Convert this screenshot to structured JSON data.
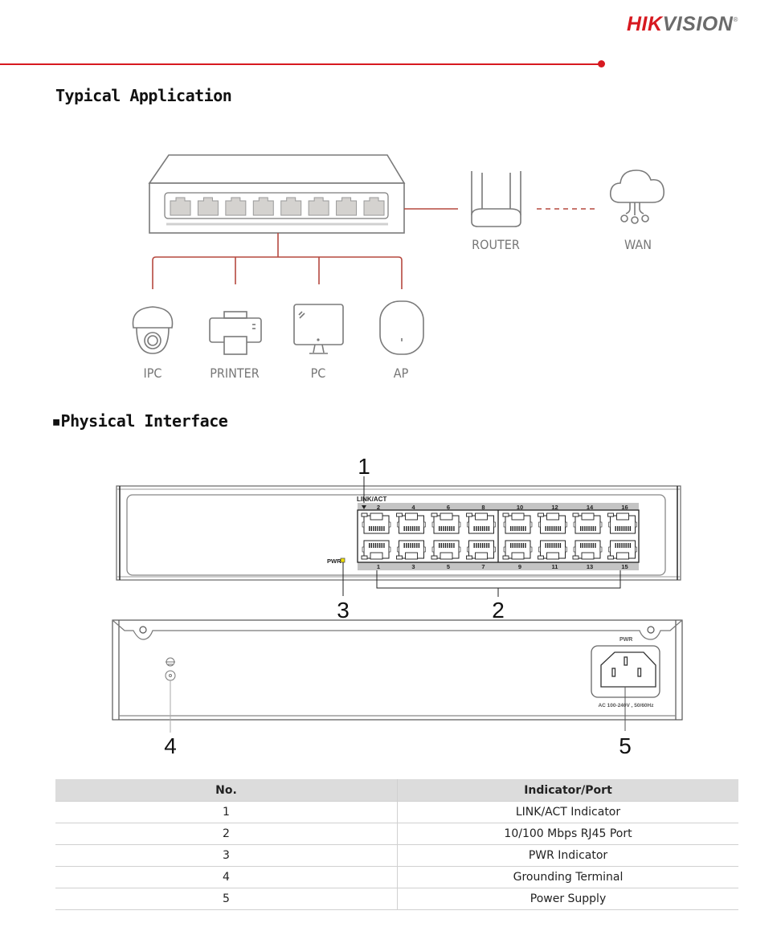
{
  "header": {
    "brand_part1": "HIK",
    "brand_part2": "VISION",
    "brand_mark": "®",
    "accent_color": "#d71920"
  },
  "sections": {
    "typical_application": {
      "title": "Typical Application"
    },
    "physical_interface": {
      "bullet": "▪",
      "title": "Physical Interface"
    }
  },
  "application_diagram": {
    "switch_ports": 8,
    "upstream": [
      {
        "label": "ROUTER",
        "icon": "router-icon"
      },
      {
        "label": "WAN",
        "icon": "cloud-icon"
      }
    ],
    "devices": [
      {
        "label": "IPC",
        "icon": "dome-camera-icon"
      },
      {
        "label": "PRINTER",
        "icon": "printer-icon"
      },
      {
        "label": "PC",
        "icon": "monitor-icon"
      },
      {
        "label": "AP",
        "icon": "access-point-icon"
      }
    ],
    "line_color": "#b5483f"
  },
  "front_panel": {
    "link_act_label": "LINK/ACT",
    "pwr_label": "PWR",
    "pwr_led_color": "#f0e000",
    "top_port_numbers": [
      "2",
      "4",
      "6",
      "8",
      "10",
      "12",
      "14",
      "16"
    ],
    "bottom_port_numbers": [
      "1",
      "3",
      "5",
      "7",
      "9",
      "11",
      "13",
      "15"
    ],
    "callouts": [
      "1",
      "2",
      "3"
    ]
  },
  "rear_panel": {
    "pwr_label": "PWR",
    "power_rating": "AC 100-240V , 50/60Hz",
    "callouts": [
      "4",
      "5"
    ]
  },
  "spec_table": {
    "headers": [
      "No.",
      "Indicator/Port"
    ],
    "rows": [
      [
        "1",
        "LINK/ACT Indicator"
      ],
      [
        "2",
        "10/100 Mbps RJ45 Port"
      ],
      [
        "3",
        "PWR Indicator"
      ],
      [
        "4",
        "Grounding Terminal"
      ],
      [
        "5",
        "Power Supply"
      ]
    ]
  }
}
